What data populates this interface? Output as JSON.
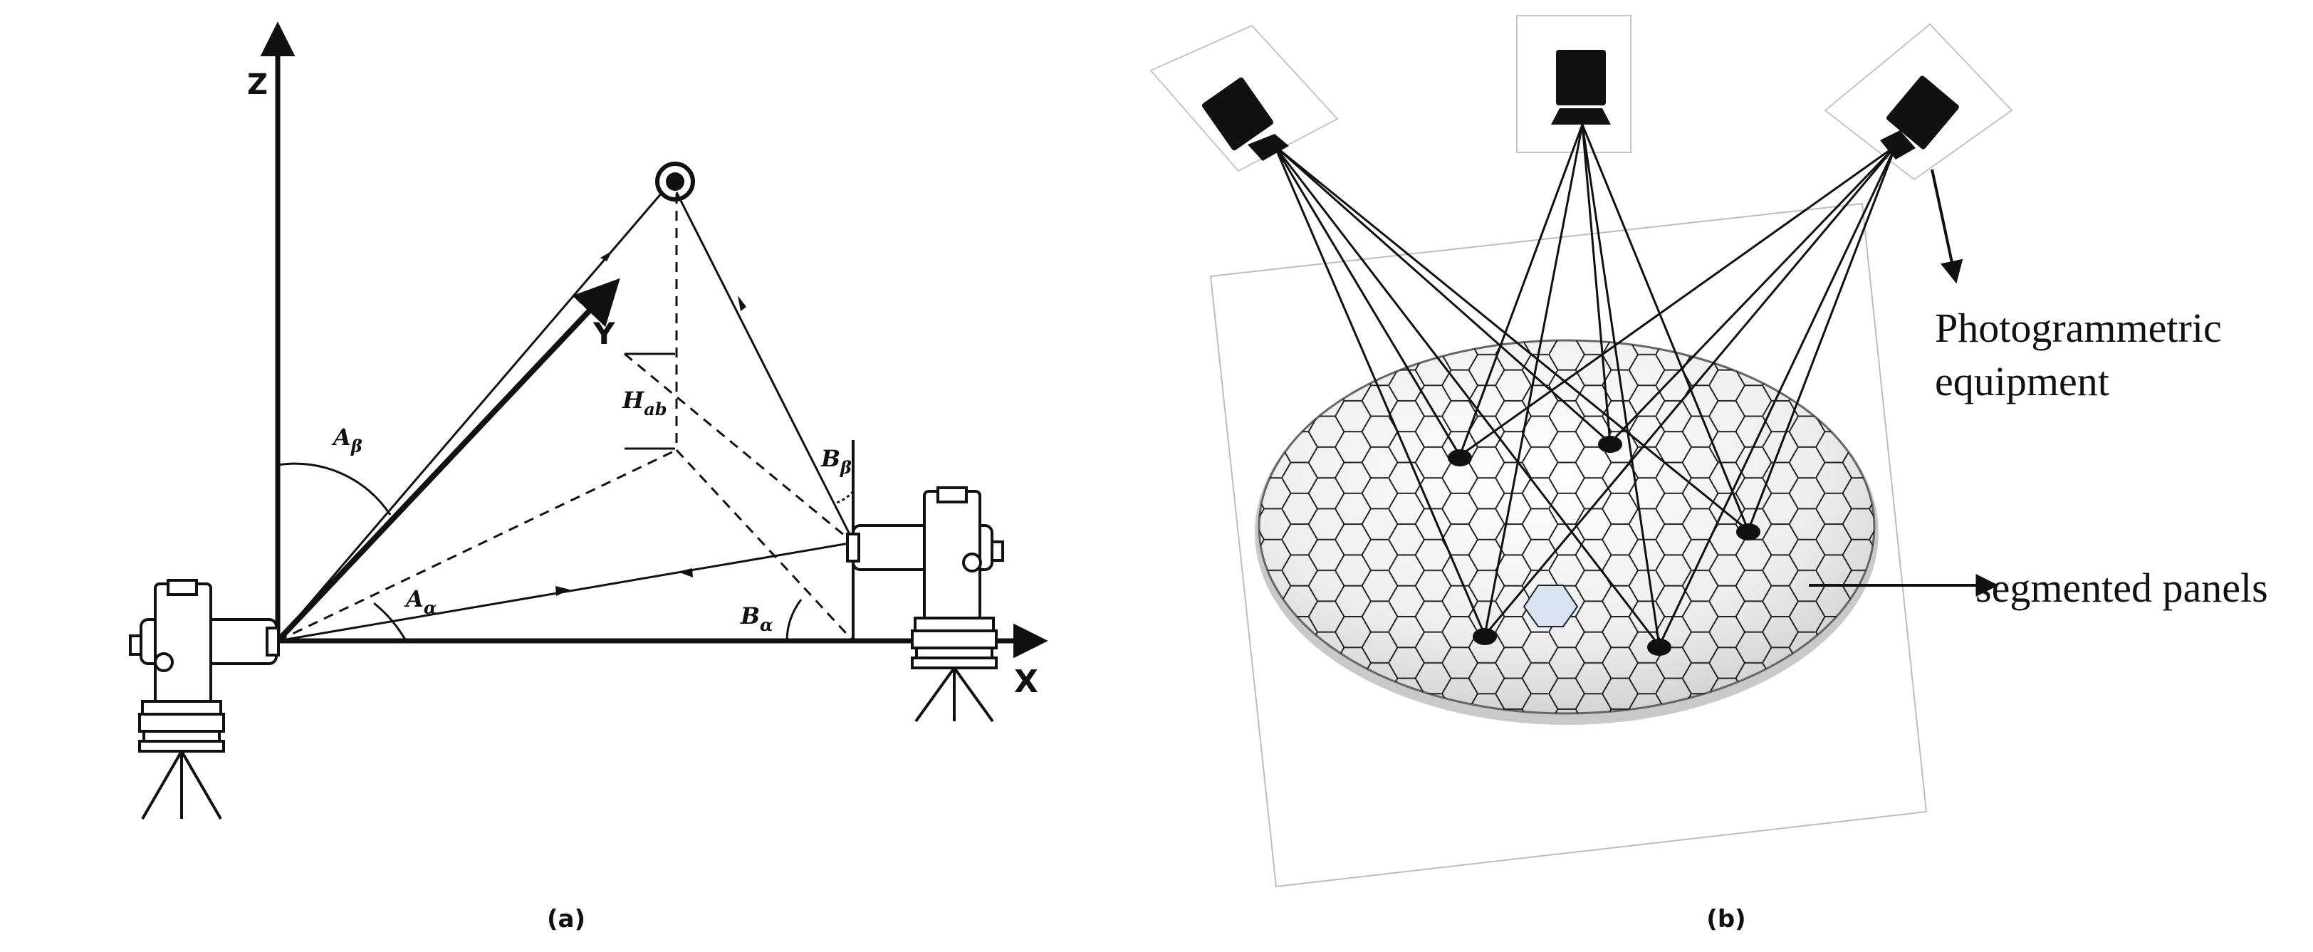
{
  "panel_a": {
    "axes": {
      "z": "Z",
      "y": "Y",
      "x": "X"
    },
    "angles": {
      "a_beta": {
        "base": "A",
        "sub": "β"
      },
      "a_alpha": {
        "base": "A",
        "sub": "α"
      },
      "b_alpha": {
        "base": "B",
        "sub": "α"
      },
      "b_beta": {
        "base": "B",
        "sub": "β"
      },
      "h_ab": {
        "base": "H",
        "sub": "ab"
      }
    },
    "caption": "(a)"
  },
  "panel_b": {
    "labels": {
      "equipment_line1": "Photogrammetric",
      "equipment_line2": "equipment",
      "panels": "segmented panels"
    },
    "caption": "(b)"
  }
}
